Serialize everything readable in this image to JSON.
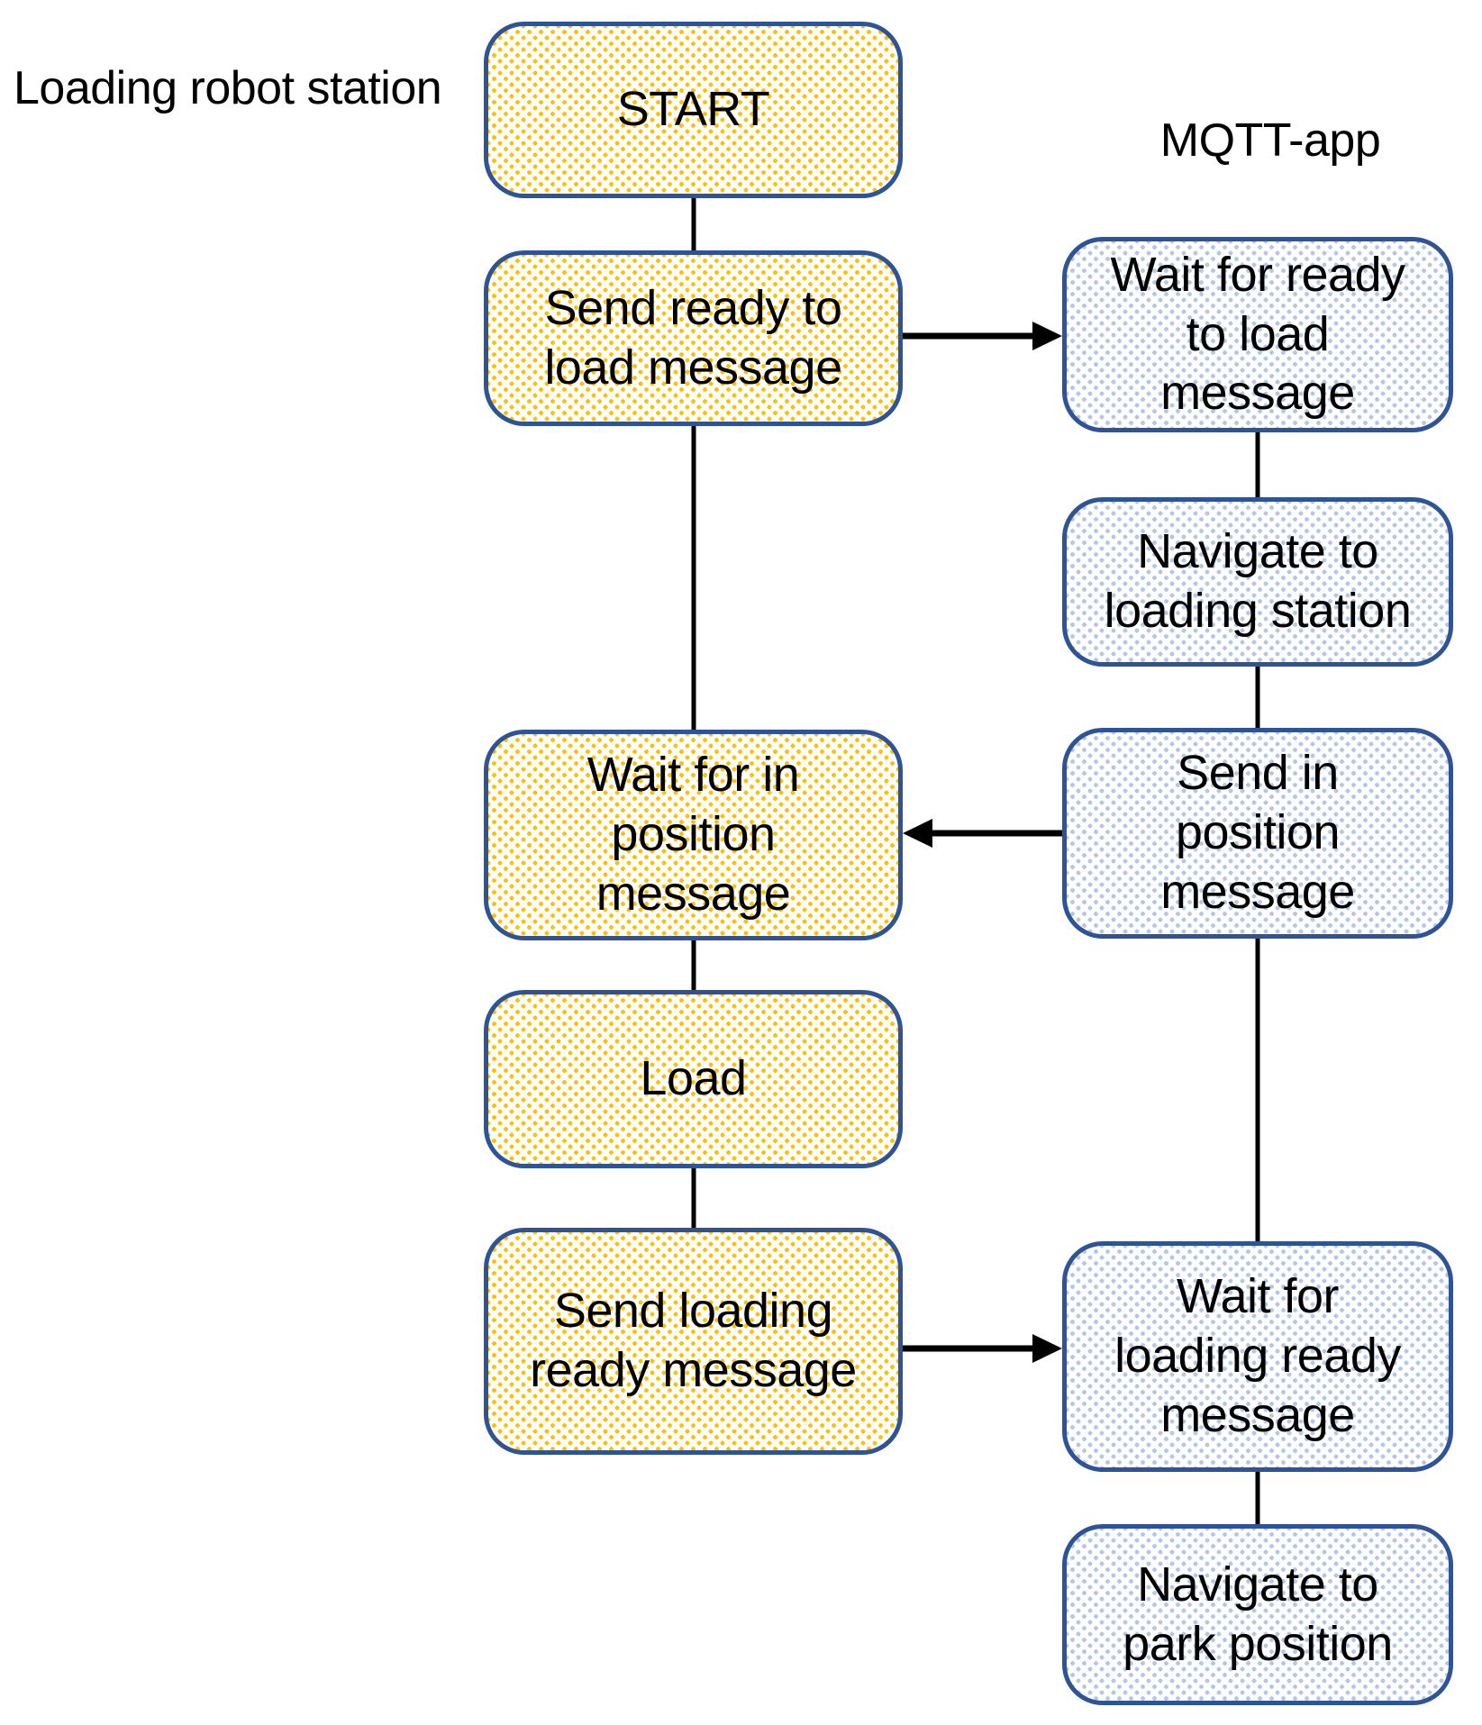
{
  "titles": {
    "left_lane": "Loading robot station",
    "right_lane": "MQTT-app"
  },
  "nodes": {
    "start": {
      "label": "START"
    },
    "send_ready_to_load": {
      "label": "Send ready to\nload message"
    },
    "wait_in_position": {
      "label": "Wait for in\nposition\nmessage"
    },
    "load": {
      "label": "Load"
    },
    "send_loading_ready": {
      "label": "Send loading\nready message"
    },
    "wait_ready_to_load": {
      "label": "Wait for ready\nto load\nmessage"
    },
    "navigate_loading_station": {
      "label": "Navigate to\nloading station"
    },
    "send_in_position": {
      "label": "Send in\nposition\nmessage"
    },
    "wait_loading_ready": {
      "label": "Wait for\nloading ready\nmessage"
    },
    "navigate_park_position": {
      "label": "Navigate to\npark position"
    }
  },
  "edges": [
    {
      "from": "start",
      "to": "send_ready_to_load",
      "arrow": false
    },
    {
      "from": "send_ready_to_load",
      "to": "wait_ready_to_load",
      "arrow": true
    },
    {
      "from": "wait_ready_to_load",
      "to": "navigate_loading_station",
      "arrow": false
    },
    {
      "from": "navigate_loading_station",
      "to": "send_in_position",
      "arrow": false
    },
    {
      "from": "send_in_position",
      "to": "wait_in_position",
      "arrow": true
    },
    {
      "from": "send_ready_to_load",
      "to": "wait_in_position",
      "arrow": false
    },
    {
      "from": "wait_in_position",
      "to": "load",
      "arrow": false
    },
    {
      "from": "load",
      "to": "send_loading_ready",
      "arrow": false
    },
    {
      "from": "send_loading_ready",
      "to": "wait_loading_ready",
      "arrow": true
    },
    {
      "from": "send_in_position",
      "to": "wait_loading_ready",
      "arrow": false
    },
    {
      "from": "wait_loading_ready",
      "to": "navigate_park_position",
      "arrow": false
    }
  ],
  "colors": {
    "box_border": "#2F5496",
    "yellow_pattern_dot": "#FFC000",
    "blue_pattern_dot": "#B4C7E7",
    "connector": "#000000",
    "text": "#000000",
    "background": "#FFFFFF"
  }
}
